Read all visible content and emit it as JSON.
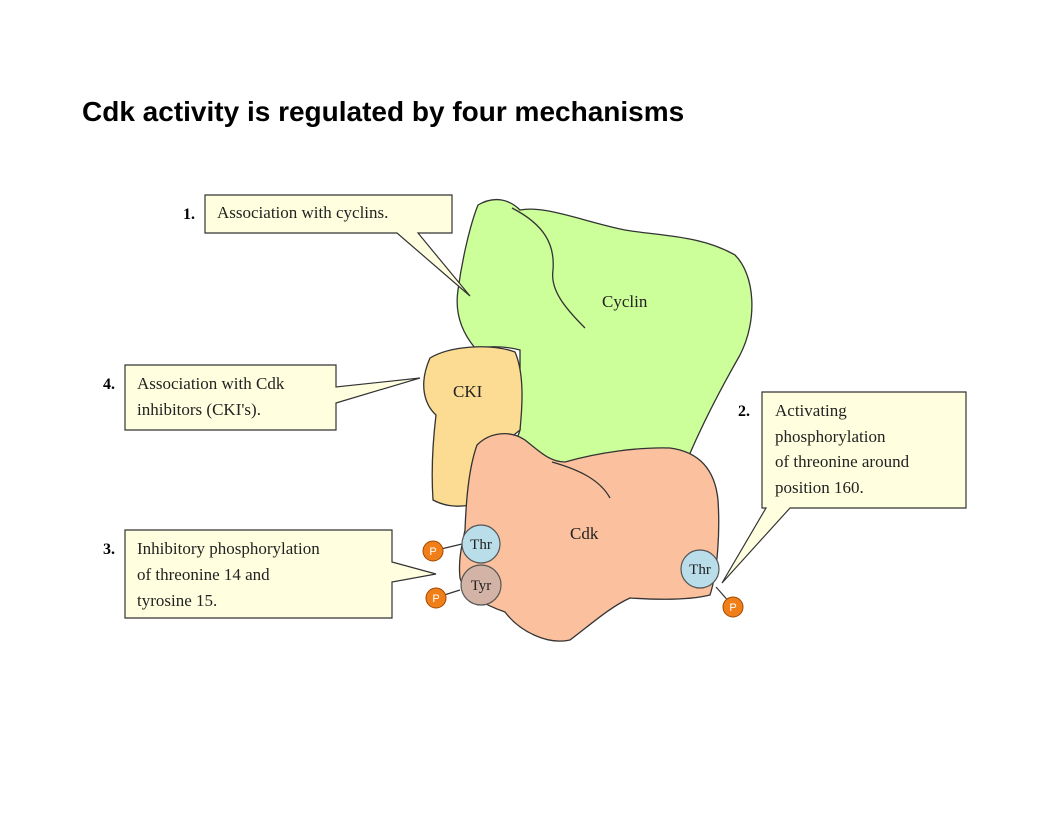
{
  "title": "Cdk activity is regulated by four mechanisms",
  "colors": {
    "cyclin": "#ccff99",
    "cki": "#fbdc92",
    "cdk": "#fbc09d",
    "thr": "#b9dde9",
    "tyr": "#d3b3a5",
    "phosphate": "#f07f1a",
    "callout_fill": "#ffffe0"
  },
  "proteins": {
    "cyclin": "Cyclin",
    "cki": "CKI",
    "cdk": "Cdk"
  },
  "residues": {
    "thr_left": "Thr",
    "tyr_left": "Tyr",
    "thr_right": "Thr",
    "phosphate": "P"
  },
  "callouts": [
    {
      "num": "1.",
      "lines": [
        "Association with cyclins."
      ]
    },
    {
      "num": "2.",
      "lines": [
        "Activating",
        "phosphorylation",
        "of threonine around",
        "position 160."
      ]
    },
    {
      "num": "3.",
      "lines": [
        "Inhibitory phosphorylation",
        "of threonine 14 and",
        "tyrosine 15."
      ]
    },
    {
      "num": "4.",
      "lines": [
        "Association with Cdk",
        "inhibitors (CKI's)."
      ]
    }
  ]
}
